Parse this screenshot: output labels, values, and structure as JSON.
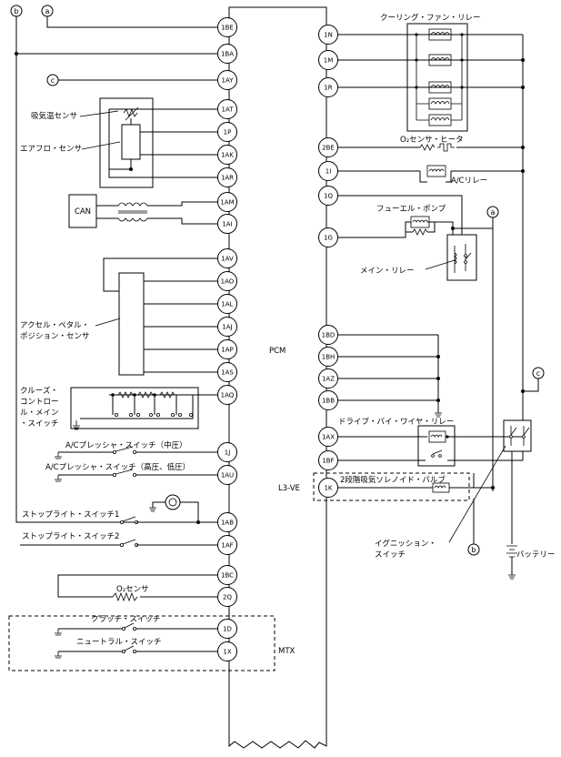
{
  "pcm_label": "PCM",
  "l3ve_label": "L3-VE",
  "mtx_label": "MTX",
  "markers": {
    "a": "a",
    "b": "b",
    "c": "c"
  },
  "left_pins": [
    "1BE",
    "1BA",
    "1AY",
    "1AT",
    "1P",
    "1AK",
    "1AR",
    "1AM",
    "1AI",
    "1AV",
    "1AO",
    "1AL",
    "1AJ",
    "1AP",
    "1AS",
    "1AQ",
    "1J",
    "1AU",
    "1AB",
    "1AF",
    "1BC",
    "2Q",
    "1D",
    "1X"
  ],
  "right_pins": [
    "1N",
    "1M",
    "1R",
    "2BE",
    "1I",
    "1Q",
    "1G",
    "1BD",
    "1BH",
    "1AZ",
    "1BB",
    "1AX",
    "1BF",
    "1K"
  ],
  "labels": {
    "intake_temp_sensor": "吸気温センサ",
    "airflow_sensor": "エアフロ・センサ",
    "can": "CAN",
    "accel_pos_sensor_1": "アクセル・ペタル・",
    "accel_pos_sensor_2": "ポジション・センサ",
    "cruise_1": "クルーズ・",
    "cruise_2": "コントロー",
    "cruise_3": "ル・メイン",
    "cruise_4": "・スイッチ",
    "ac_mid": "A/Cプレッシャ・スイッチ（中圧）",
    "ac_high_low": "A/Cプレッシャ・スイッチ（高圧、低圧）",
    "stoplight_1": "ストップライト・スイッチ1",
    "stoplight_2": "ストップライト・スイッチ2",
    "o2_sensor": "O₂センサ",
    "clutch_switch": "クラッチ・スイッチ",
    "neutral_switch": "ニュートラル・スイッチ",
    "cooling_fan_relay": "クーリング・ファン・リレー",
    "o2_heater": "O₂センサ・ヒータ",
    "ac_relay": "A/Cリレー",
    "fuel_pump": "フューエル・ポンプ",
    "main_relay": "メイン・リレー",
    "dbw_relay": "ドライブ・バイ・ワイヤ・リレー",
    "intake_solenoid": "2段階吸気ソレノイド・バルブ",
    "ignition_switch_1": "イグニッション・",
    "ignition_switch_2": "スイッチ",
    "battery": "バッテリー"
  }
}
